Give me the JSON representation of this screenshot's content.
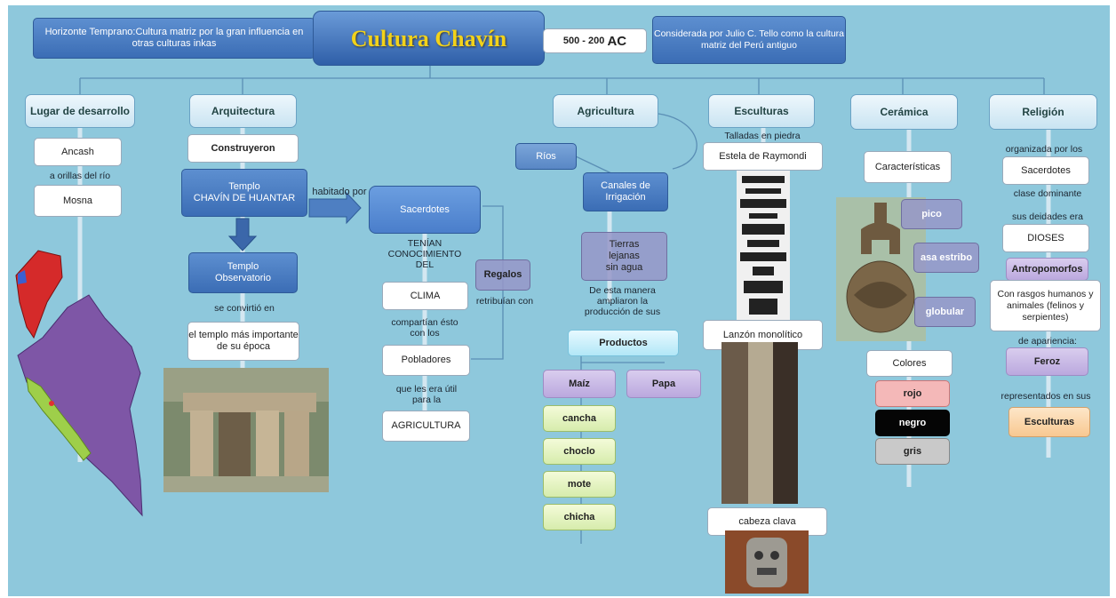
{
  "title": "Cultura Chavín",
  "dates": {
    "range": "500 - 200",
    "era": "AC"
  },
  "left_note": "Horizonte Temprano:Cultura matriz por la gran influencia en otras culturas inkas",
  "right_note": "Considerada por Julio C. Tello como la cultura matriz del Perú antiguo",
  "lugar": {
    "head": "Lugar de desarrollo",
    "ancash": "Ancash",
    "orillas": "a orillas del río",
    "mosna": "Mosna"
  },
  "arquitectura": {
    "head": "Arquitectura",
    "construyeron": "Construyeron",
    "templo_chavin": "Templo\nCHAVÍN DE HUANTAR",
    "templo_obs": "Templo\nObservatorio",
    "se_convirtio": "se convirtió en",
    "templo_importante": "el templo más importante de su época"
  },
  "sacerdotes": {
    "habitado": "habitado por",
    "sacerdotes": "Sacerdotes",
    "tenian": "TENÍAN\nCONOCIMIENTO\nDEL",
    "clima": "CLIMA",
    "compartian": "compartían ésto\ncon los",
    "pobladores": "Pobladores",
    "util": "que les era útil\npara la",
    "agricultura": "AGRICULTURA",
    "regalos": "Regalos",
    "retribuian": "retribuían con"
  },
  "agricultura": {
    "head": "Agricultura",
    "rios": "Ríos",
    "canales": "Canales de\nIrrigación",
    "tierras": "Tierras\nlejanas\nsin agua",
    "manera": "De esta manera\nampliaron la\nproducción de sus",
    "productos": "Productos",
    "maiz": "Maíz",
    "papa": "Papa",
    "cancha": "cancha",
    "choclo": "choclo",
    "mote": "mote",
    "chicha": "chicha"
  },
  "esculturas": {
    "head": "Esculturas",
    "talladas": "Talladas en piedra",
    "estela": "Estela de Raymondi",
    "lanzon": "Lanzón monolítico",
    "cabeza": "cabeza clava"
  },
  "ceramica": {
    "head": "Cerámica",
    "caracteristicas": "Características",
    "pico": "pico",
    "asa": "asa estribo",
    "globular": "globular",
    "colores": "Colores",
    "rojo": "rojo",
    "negro": "negro",
    "gris": "gris"
  },
  "religion": {
    "head": "Religión",
    "organizada": "organizada por los",
    "sacerdotes": "Sacerdotes",
    "clase": "clase dominante",
    "deidades": "sus deidades era",
    "dioses": "DIOSES",
    "antropomorfos": "Antropomorfos",
    "rasgos": "Con rasgos humanos y animales (felinos y serpientes)",
    "apariencia": "de apariencia:",
    "feroz": "Feroz",
    "representados": "representados en sus",
    "esculturas": "Esculturas"
  },
  "colors": {
    "board": "#8ec8dc",
    "title_text": "#f2d21a",
    "rojo": "#f4b8b8",
    "negro": "#050505",
    "gris": "#c9c9c9"
  }
}
